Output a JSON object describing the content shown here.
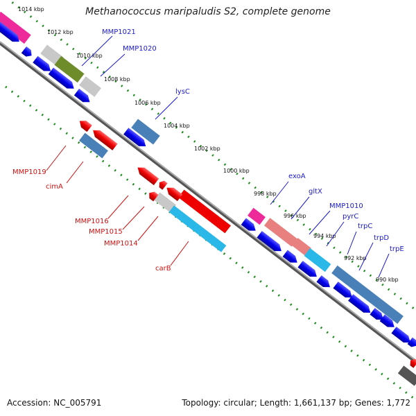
{
  "title": "Methanococcus maripaludis S2, complete genome",
  "footer": {
    "accession": "Accession: NC_005791",
    "summary": "Topology: circular; Length: 1,661,137 bp; Genes: 1,772"
  },
  "ticks": [
    "1014 kbp",
    "1012 kbp",
    "1010 kbp",
    "1008 kbp",
    "1006 kbp",
    "1004 kbp",
    "1002 kbp",
    "1000 kbp",
    "998 kbp",
    "996 kbp",
    "994 kbp",
    "992 kbp",
    "990 kbp"
  ],
  "gene_labels": [
    {
      "text": "MMP1021",
      "strand": "forward"
    },
    {
      "text": "MMP1020",
      "strand": "forward"
    },
    {
      "text": "lysC",
      "strand": "forward"
    },
    {
      "text": "exoA",
      "strand": "forward"
    },
    {
      "text": "gltX",
      "strand": "forward"
    },
    {
      "text": "MMP1010",
      "strand": "forward"
    },
    {
      "text": "pyrC",
      "strand": "forward"
    },
    {
      "text": "trpC",
      "strand": "forward"
    },
    {
      "text": "trpD",
      "strand": "forward"
    },
    {
      "text": "trpE",
      "strand": "forward"
    },
    {
      "text": "MMP1019",
      "strand": "reverse"
    },
    {
      "text": "cimA",
      "strand": "reverse"
    },
    {
      "text": "MMP1016",
      "strand": "reverse"
    },
    {
      "text": "MMP1015",
      "strand": "reverse"
    },
    {
      "text": "MMP1014",
      "strand": "reverse"
    },
    {
      "text": "carB",
      "strand": "reverse"
    }
  ],
  "colors": {
    "forward_label": "#1a1acc",
    "reverse_label": "#cc1111",
    "forward_gene": "#0000ee",
    "reverse_gene": "#ee0000",
    "backbone": "#888888",
    "tick": "#1a8a1a"
  }
}
